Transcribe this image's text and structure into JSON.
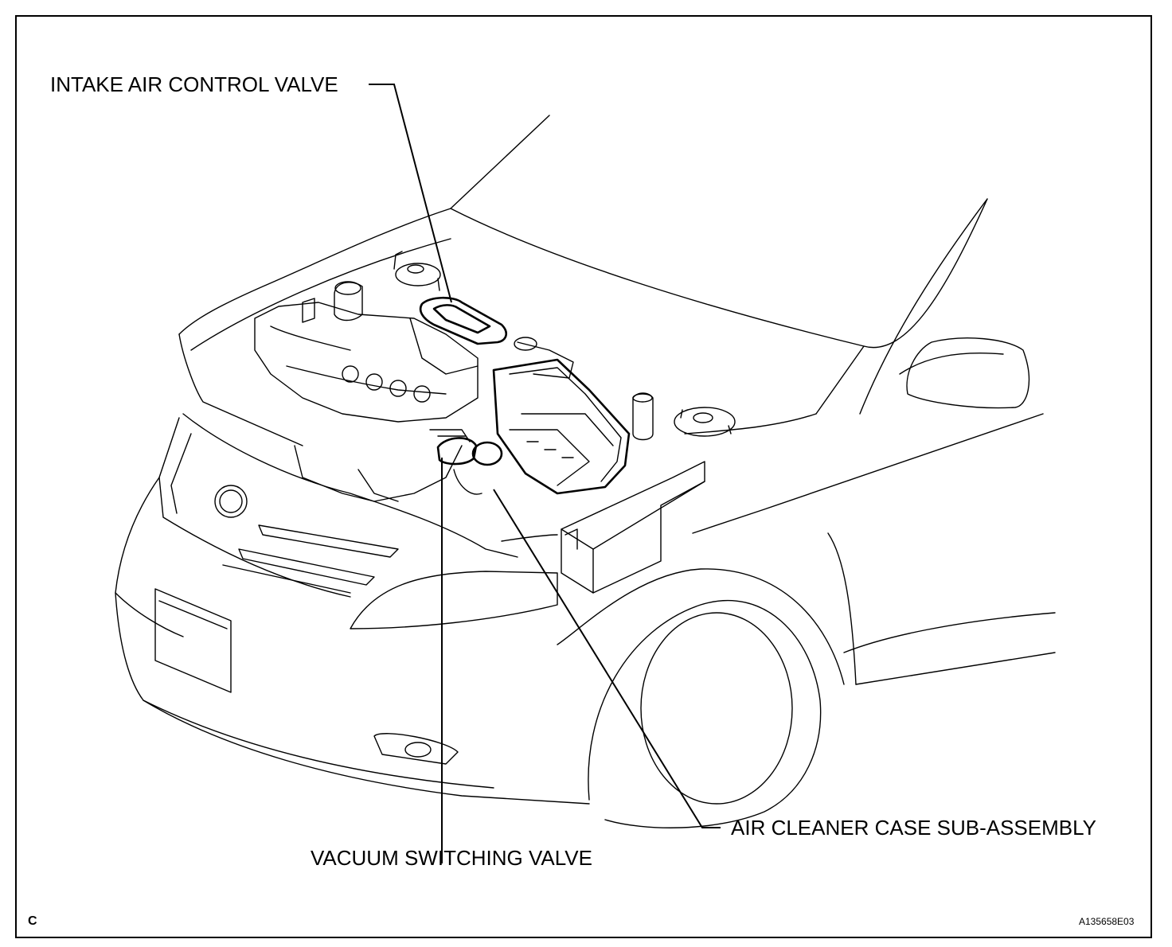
{
  "labels": {
    "intake_air_control_valve": "INTAKE AIR CONTROL VALVE",
    "vacuum_switching_valve": "VACUUM SWITCHING VALVE",
    "air_cleaner_case": "AIR CLEANER CASE SUB-ASSEMBLY"
  },
  "corner_mark": "C",
  "figure_code": "A135658E03"
}
